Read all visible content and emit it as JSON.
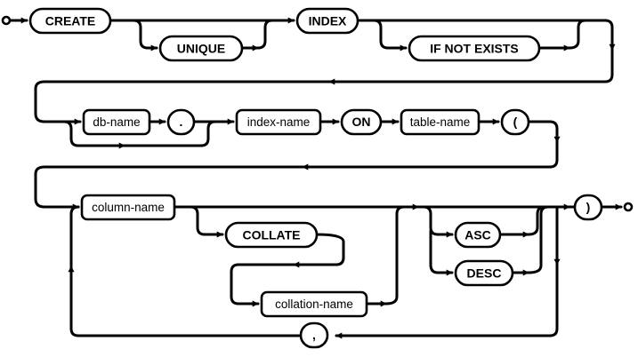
{
  "diagram": {
    "tokens": {
      "create": "CREATE",
      "unique": "UNIQUE",
      "index": "INDEX",
      "if_not_exists": "IF NOT EXISTS",
      "db_name": "db-name",
      "dot": ".",
      "index_name": "index-name",
      "on": "ON",
      "table_name": "table-name",
      "open_paren": "(",
      "column_name": "column-name",
      "collate": "COLLATE",
      "collation_name": "collation-name",
      "asc": "ASC",
      "desc": "DESC",
      "close_paren": ")",
      "comma": ","
    }
  }
}
